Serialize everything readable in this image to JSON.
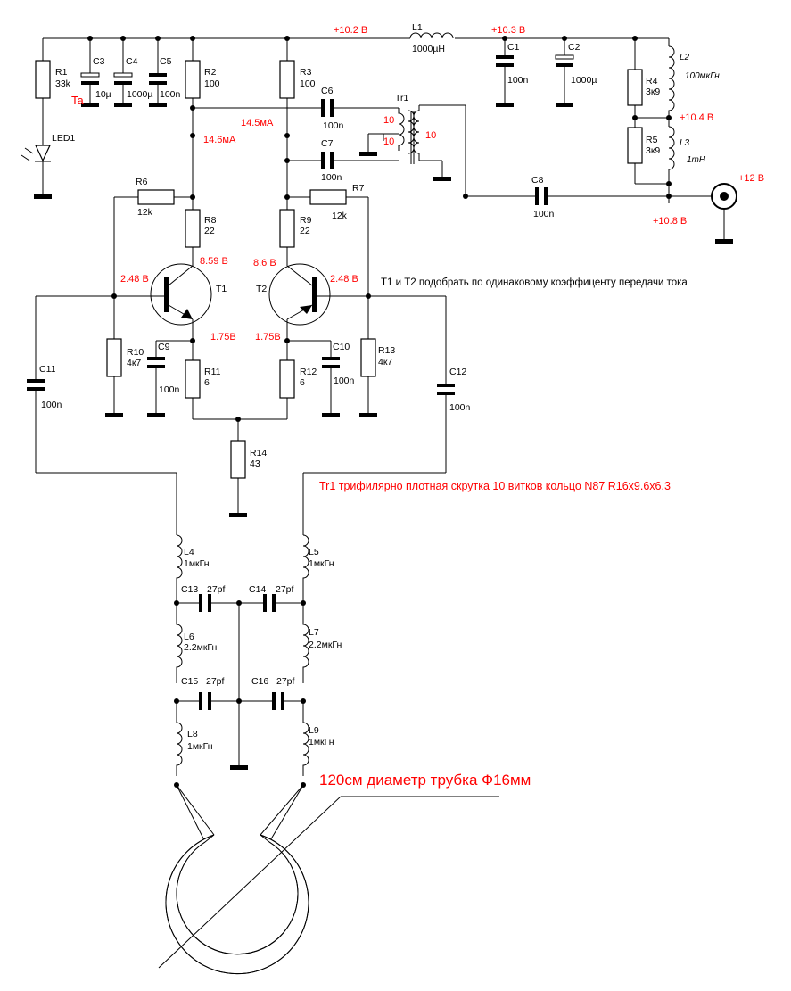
{
  "components": {
    "R1": {
      "ref": "R1",
      "value": "33k"
    },
    "R2": {
      "ref": "R2",
      "value": "100"
    },
    "R3": {
      "ref": "R3",
      "value": "100"
    },
    "R4": {
      "ref": "R4",
      "value": "3к9"
    },
    "R5": {
      "ref": "R5",
      "value": "3к9"
    },
    "R6": {
      "ref": "R6",
      "value": "12k"
    },
    "R7": {
      "ref": "R7",
      "value": "12k"
    },
    "R8": {
      "ref": "R8",
      "value": "22"
    },
    "R9": {
      "ref": "R9",
      "value": "22"
    },
    "R10": {
      "ref": "R10",
      "value": "4к7"
    },
    "R11": {
      "ref": "R11",
      "value": "6"
    },
    "R12": {
      "ref": "R12",
      "value": "6"
    },
    "R13": {
      "ref": "R13",
      "value": "4к7"
    },
    "R14": {
      "ref": "R14",
      "value": "43"
    },
    "C1": {
      "ref": "C1",
      "value": "100n"
    },
    "C2": {
      "ref": "C2",
      "value": "1000µ"
    },
    "C3": {
      "ref": "C3",
      "value": "10µ"
    },
    "C4": {
      "ref": "C4",
      "value": "1000µ"
    },
    "C5": {
      "ref": "C5",
      "value": "100n"
    },
    "C6": {
      "ref": "C6",
      "value": "100n"
    },
    "C7": {
      "ref": "C7",
      "value": "100n"
    },
    "C8": {
      "ref": "C8",
      "value": "100n"
    },
    "C9": {
      "ref": "C9",
      "value": "100n"
    },
    "C10": {
      "ref": "C10",
      "value": "100n"
    },
    "C11": {
      "ref": "C11",
      "value": "100n"
    },
    "C12": {
      "ref": "C12",
      "value": "100n"
    },
    "C13": {
      "ref": "C13",
      "value": "27pf"
    },
    "C14": {
      "ref": "C14",
      "value": "27pf"
    },
    "C15": {
      "ref": "C15",
      "value": "27pf"
    },
    "C16": {
      "ref": "C16",
      "value": "27pf"
    },
    "L1": {
      "ref": "L1",
      "value": "1000µH"
    },
    "L2": {
      "ref": "L2",
      "value": "100мкГн"
    },
    "L3": {
      "ref": "L3",
      "value": "1mH"
    },
    "L4": {
      "ref": "L4",
      "value": "1мкГн"
    },
    "L5": {
      "ref": "L5",
      "value": "1мкГн"
    },
    "L6": {
      "ref": "L6",
      "value": "2.2мкГн"
    },
    "L7": {
      "ref": "L7",
      "value": "2.2мкГн"
    },
    "L8": {
      "ref": "L8",
      "value": "1мкГн"
    },
    "L9": {
      "ref": "L9",
      "value": "1мкГн"
    },
    "T1": {
      "ref": "T1"
    },
    "T2": {
      "ref": "T2"
    },
    "Tr1": {
      "ref": "Tr1",
      "w1": "10",
      "w2": "10",
      "w3": "10"
    },
    "LED1": {
      "ref": "LED1"
    }
  },
  "annotations": {
    "v_10_2": "+10.2 В",
    "v_10_3": "+10.3 В",
    "v_10_4": "+10.4 В",
    "v_10_8": "+10.8 В",
    "v_12": "+12 В",
    "i_14_5": "14.5мА",
    "i_14_6": "14.6мА",
    "v_8_59": "8.59 В",
    "v_8_6": "8.6 В",
    "v_2_48_left": "2.48 В",
    "v_2_48_right": "2.48 В",
    "v_1_75_left": "1.75В",
    "v_1_75_right": "1.75В",
    "ta": "Ta"
  },
  "notes": {
    "transistor_match": "T1 и T2 подобрать по одинаковому коэффиценту передачи тока",
    "transformer": "Tr1 трифилярно плотная скрутка 10 витков кольцо N87 R16x9.6x6.3",
    "loop": "120см диаметр трубка Ф16мм"
  },
  "colors": {
    "wire": "#000000",
    "annotation": "#ff0000",
    "background": "#ffffff"
  }
}
